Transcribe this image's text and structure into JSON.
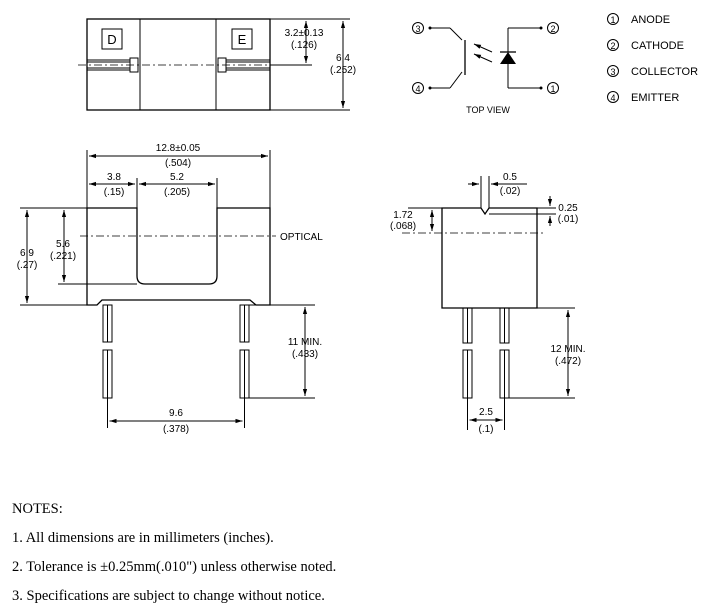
{
  "top_view": {
    "marker_left": "D",
    "marker_right": "E",
    "dim_height": "3.2±0.13",
    "dim_height_in": "(.126)",
    "dim_total": "6.4",
    "dim_total_in": "(.252)"
  },
  "schematic": {
    "pin3": "3",
    "pin4": "4",
    "pin2": "2",
    "pin1": "1",
    "caption": "TOP VIEW"
  },
  "legend": [
    {
      "num": "1",
      "label": "ANODE"
    },
    {
      "num": "2",
      "label": "CATHODE"
    },
    {
      "num": "3",
      "label": "COLLECTOR"
    },
    {
      "num": "4",
      "label": "EMITTER"
    }
  ],
  "front_view": {
    "width": "12.8±0.05",
    "width_in": "(.504)",
    "arm": "3.8",
    "arm_in": "(.15)",
    "slot": "5.2",
    "slot_in": "(.205)",
    "optical_label": "OPTICAL",
    "slot_depth": "5.6",
    "slot_depth_in": "(.221)",
    "height": "6.9",
    "height_in": "(.27)",
    "lead_len": "11 MIN.",
    "lead_len_in": "(.433)",
    "pitch": "9.6",
    "pitch_in": "(.378)"
  },
  "side_view": {
    "notch": "0.5",
    "notch_in": "(.02)",
    "notch_depth": "0.25",
    "notch_depth_in": "(.01)",
    "axis": "1.72",
    "axis_in": "(.068)",
    "lead_len": "12 MIN.",
    "lead_len_in": "(.472)",
    "pitch": "2.5",
    "pitch_in": "(.1)"
  },
  "notes": {
    "title": "NOTES:",
    "items": [
      "1. All dimensions are in millimeters (inches).",
      "2. Tolerance is ±0.25mm(.010\") unless otherwise noted.",
      "3. Specifications are subject to change without notice."
    ]
  }
}
